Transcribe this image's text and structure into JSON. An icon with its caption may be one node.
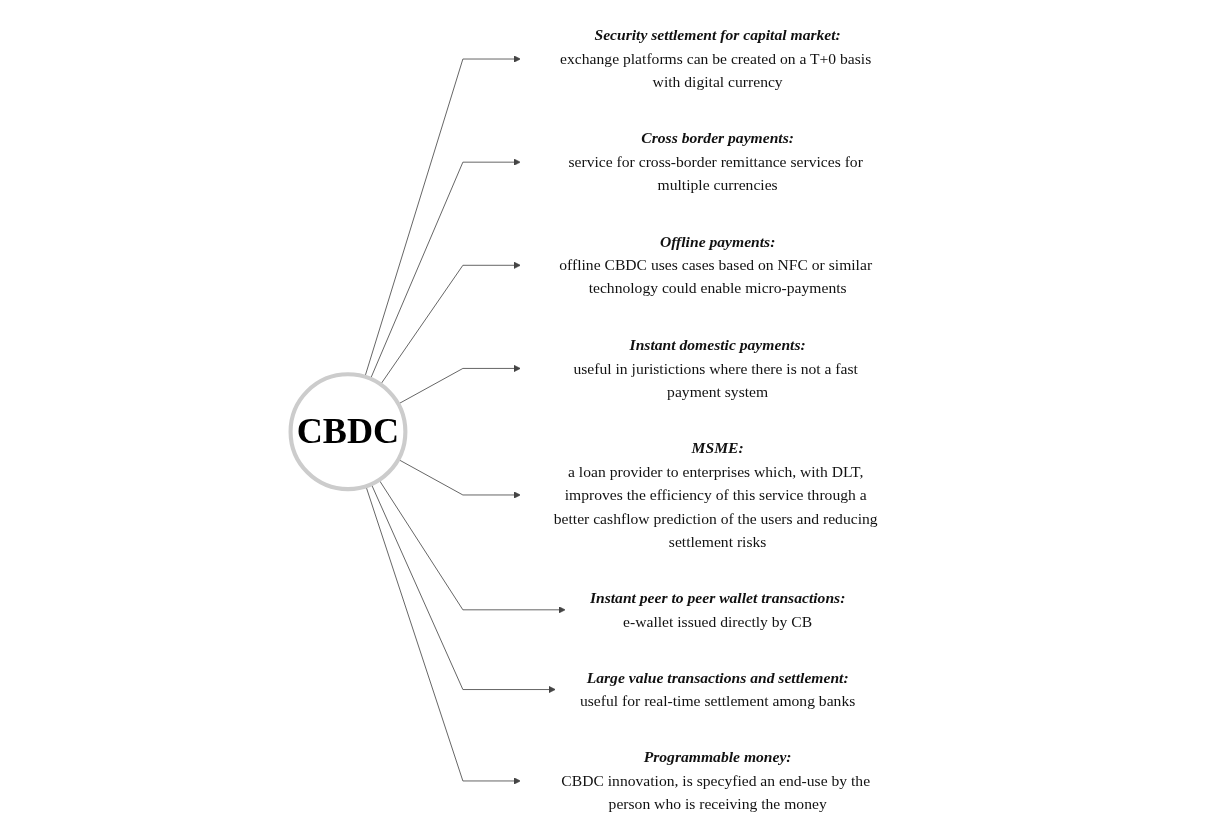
{
  "diagram": {
    "nodes": [
      {
        "text": [
          "Security settlement for capital market:",
          "exchange platforms can be created on a T+0 basis with digital currency"
        ]
      },
      {
        "text": [
          "Cross border payments:",
          "service for cross-border remittance services for multiple currencies"
        ]
      },
      {
        "text": [
          "Offline payments:",
          "offline CBDC uses cases based on NFC or similar technology could enable micro-payments"
        ]
      },
      {
        "text": [
          "Instant domestic payments:",
          "useful in juristictions where there is not a fast payment system"
        ]
      },
      {
        "text": [
          "CBDC"
        ]
      },
      {
        "text": [
          "MSME:",
          "a loan provider to enterprises which, with DLT, improves the efficiency of this service through a better cashflow prediction of the users and reducing settlement risks"
        ]
      },
      {
        "text": [
          "Instant peer to peer wallet transactions:",
          "e-wallet issued directly by CB"
        ]
      },
      {
        "text": [
          "Large value transactions and settlement:",
          "useful for real-time settlement among banks"
        ]
      },
      {
        "text": [
          "Programmable money:",
          "CBDC innovation, is specyfied an end-use by the person who is receiving the money"
        ]
      }
    ],
    "edges": [
      {
        "from": 4,
        "to": 0,
        "arrow": "to"
      },
      {
        "from": 4,
        "to": 1,
        "arrow": "to"
      },
      {
        "from": 4,
        "to": 2,
        "arrow": "to"
      },
      {
        "from": 4,
        "to": 3,
        "arrow": "to"
      },
      {
        "from": 4,
        "to": 5,
        "arrow": "to"
      },
      {
        "from": 4,
        "to": 6,
        "arrow": "to"
      },
      {
        "from": 4,
        "to": 7,
        "arrow": "to"
      },
      {
        "from": 4,
        "to": 8,
        "arrow": "to"
      }
    ]
  }
}
